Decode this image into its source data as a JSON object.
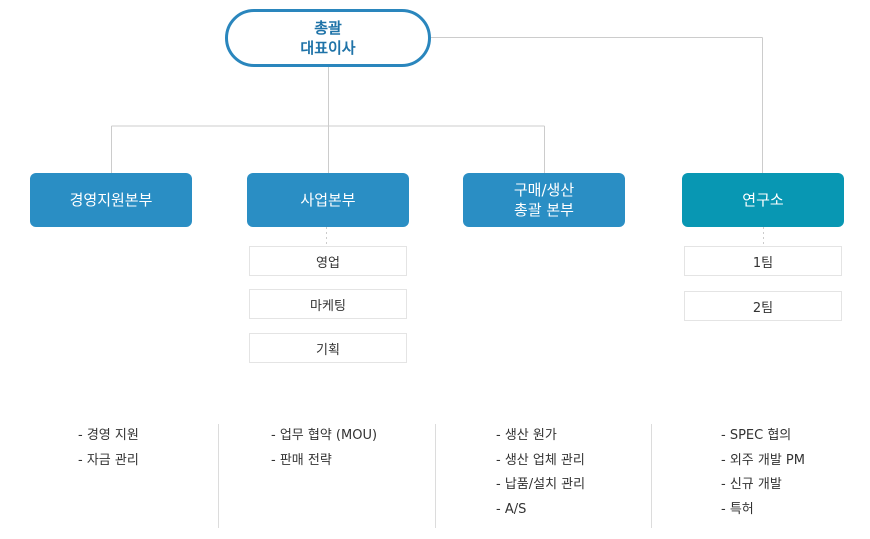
{
  "ceo": {
    "line1": "총괄",
    "line2": "대표이사"
  },
  "divisions": [
    {
      "lines": [
        "경영지원본부"
      ],
      "color": "#2a8ec4"
    },
    {
      "lines": [
        "사업본부"
      ],
      "color": "#2a8ec4"
    },
    {
      "lines": [
        "구매/생산",
        "총괄 본부"
      ],
      "color": "#2a8ec4"
    },
    {
      "lines": [
        "연구소"
      ],
      "color": "#0897b3"
    }
  ],
  "sub_units": {
    "business": [
      "영업",
      "마케팅",
      "기획"
    ],
    "research": [
      "1팀",
      "2팀"
    ]
  },
  "descriptions": [
    [
      "경영 지원",
      "자금 관리"
    ],
    [
      "업무 협약 (MOU)",
      "판매 전략"
    ],
    [
      "생산 원가",
      "생산 업체 관리",
      "납품/설치 관리",
      "A/S"
    ],
    [
      "SPEC 협의",
      "외주 개발 PM",
      "신규 개발",
      "특허"
    ]
  ]
}
